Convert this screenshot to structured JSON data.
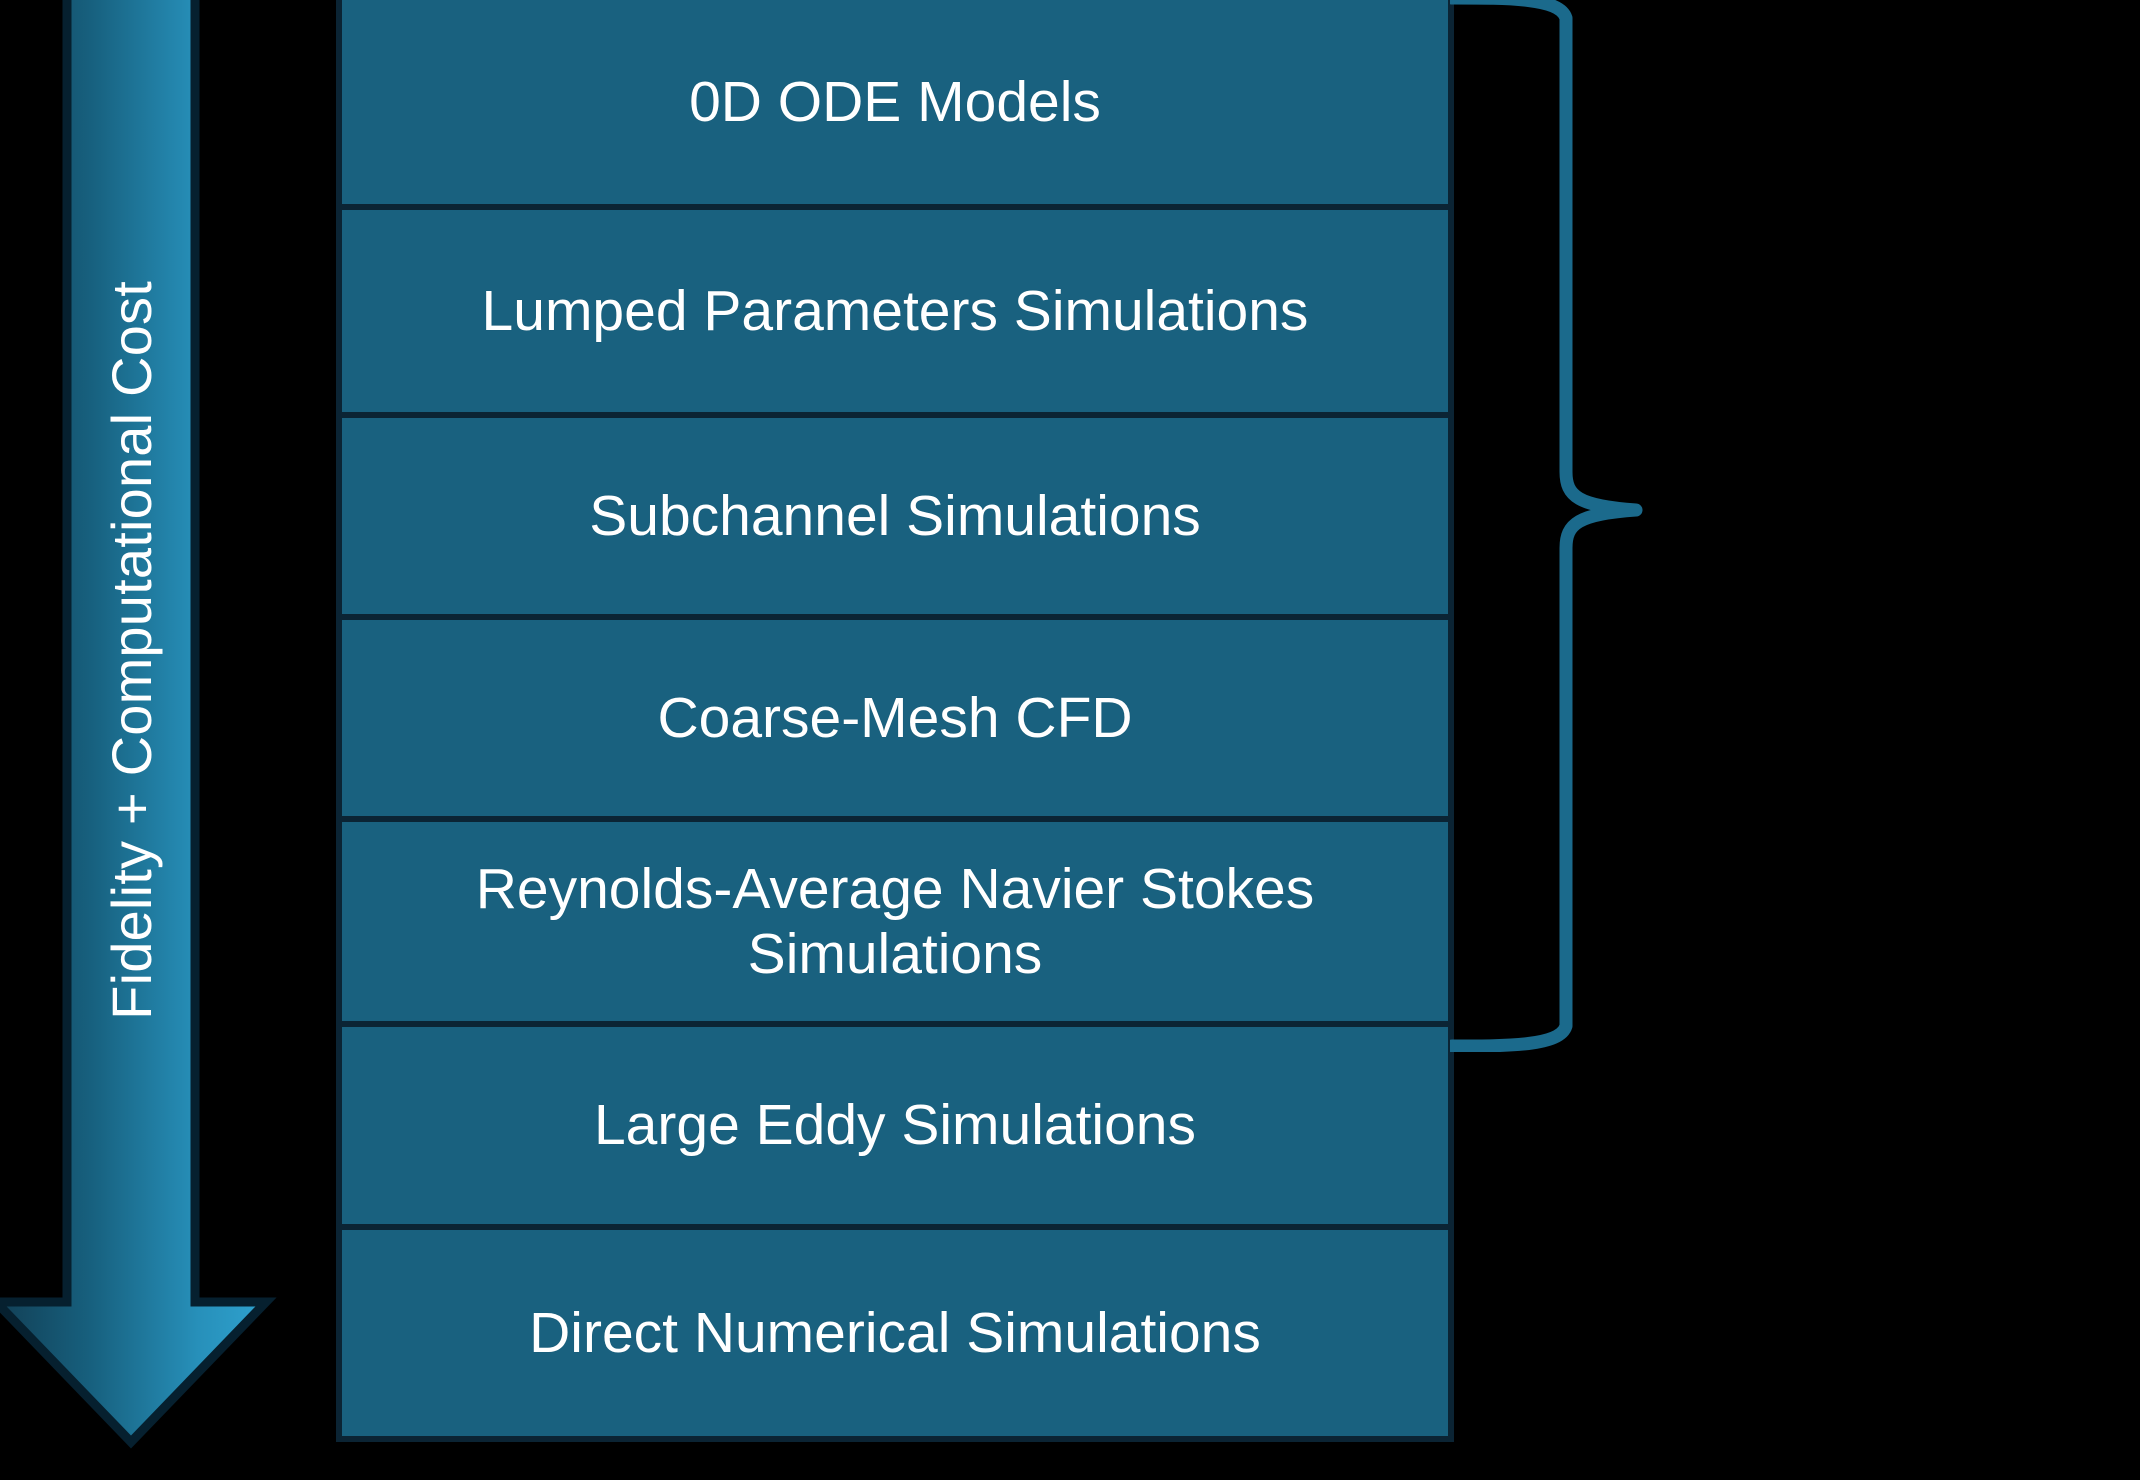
{
  "diagram": {
    "title": "Modeling fidelity hierarchy",
    "background_color": "#000000",
    "box_fill_color": "#19617F",
    "box_border_color": "#0B2434",
    "text_color": "#FFFFFF",
    "brace_color": "#1B6A8C",
    "arrow_gradient_from": "#154E67",
    "arrow_gradient_to": "#2E9BC6"
  },
  "axis": {
    "arrow_label": "Fidelity + Computational Cost",
    "arrow_direction": "down",
    "arrow_icon": "down-arrow-icon"
  },
  "stack": {
    "items": [
      {
        "label": "0D ODE Models"
      },
      {
        "label": "Lumped Parameters Simulations"
      },
      {
        "label": "Subchannel Simulations"
      },
      {
        "label": "Coarse-Mesh CFD"
      },
      {
        "label": "Reynolds-Average Navier Stokes Simulations"
      },
      {
        "label": "Large Eddy Simulations"
      },
      {
        "label": "Direct Numerical Simulations"
      }
    ]
  },
  "brace": {
    "icon": "right-curly-brace-icon",
    "label": "",
    "covers_items": [
      0,
      1,
      2,
      3,
      4
    ]
  }
}
